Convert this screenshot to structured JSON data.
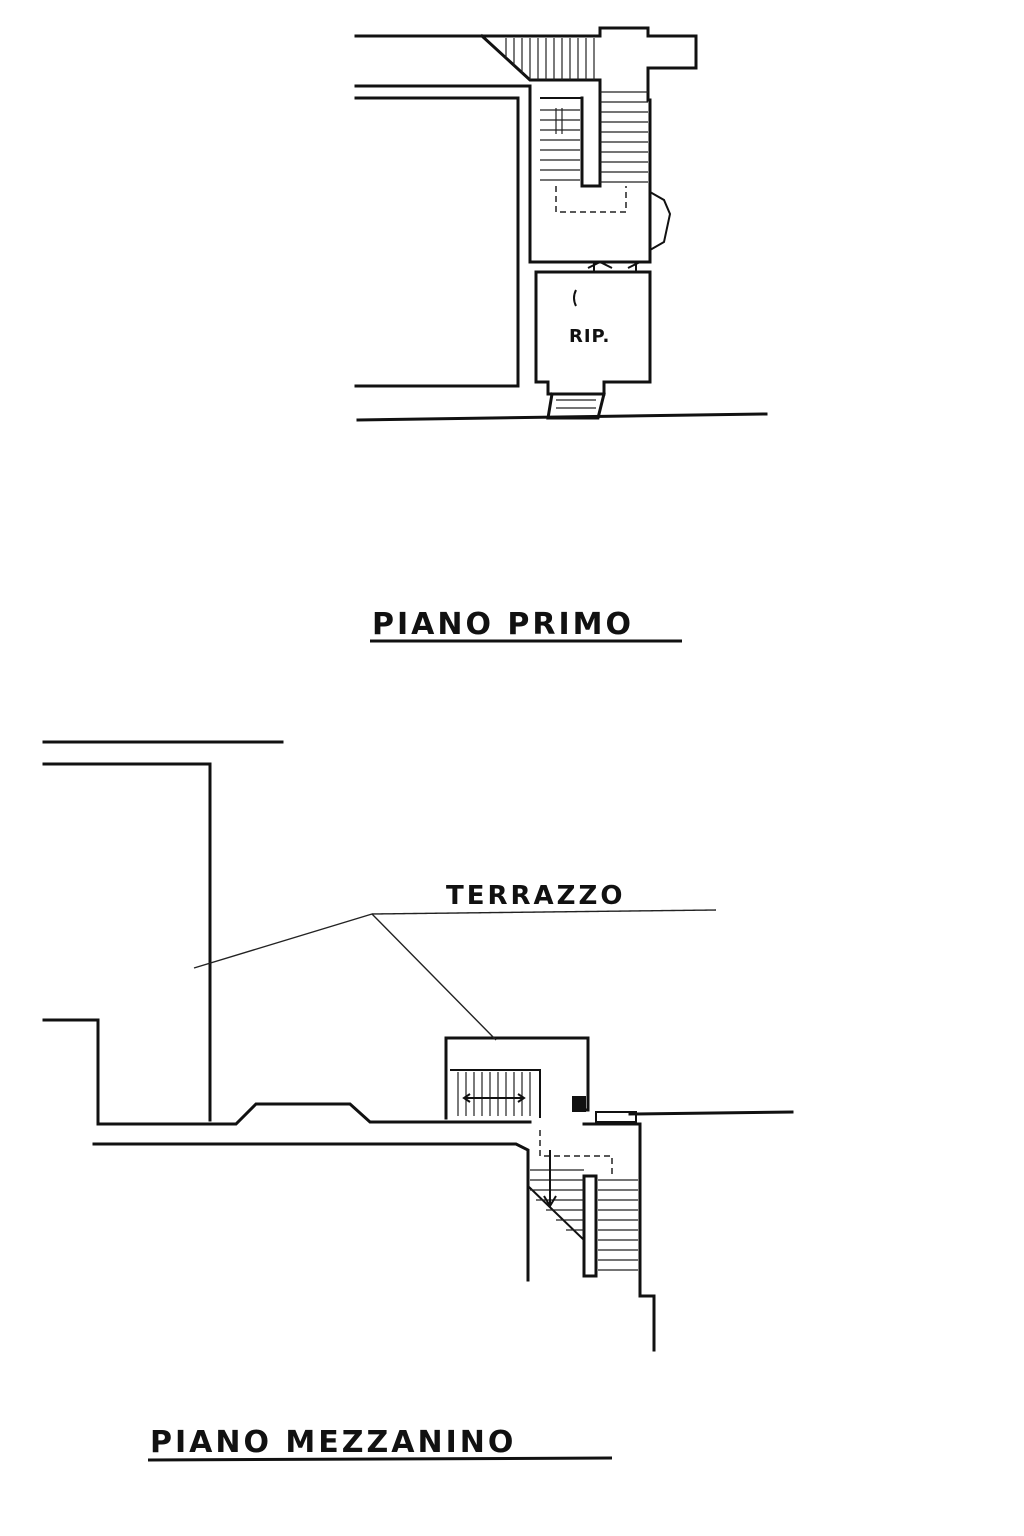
{
  "plans": {
    "upper": {
      "title": "PIANO PRIMO",
      "room_label": "RIP."
    },
    "lower": {
      "title": "PIANO MEZZANINO",
      "callout_label": "TERRAZZO"
    }
  }
}
